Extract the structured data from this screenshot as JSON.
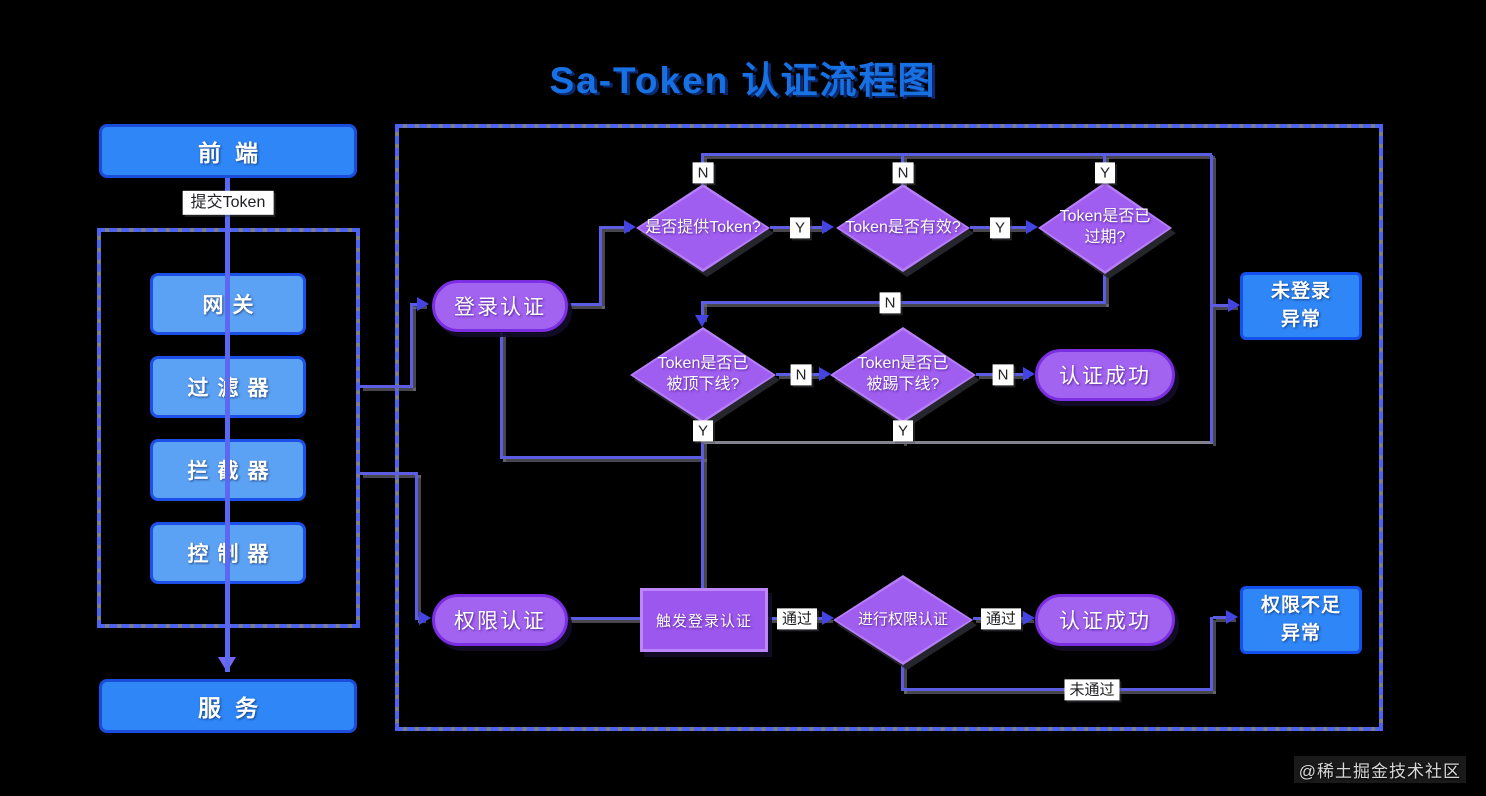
{
  "title": "Sa-Token 认证流程图",
  "watermark": "@稀土掘金技术社区",
  "colors": {
    "background": "#000000",
    "title_blue": "#1871e2",
    "box_blue_fill": "#2e86f7",
    "box_blue_light_fill": "#5ba2f5",
    "node_purple_fill": "#a263f1",
    "node_purple_border": "#7c2ee2",
    "diamond_fill": "#a05ef0",
    "diamond_border": "#b77ffa",
    "line_purple": "#5d5de4",
    "line_gray": "#84848e"
  },
  "left_panel": {
    "frontend_label": "前端",
    "submit_token_label": "提交Token",
    "middleware": [
      {
        "label": "网关"
      },
      {
        "label": "过滤器"
      },
      {
        "label": "拦截器"
      },
      {
        "label": "控制器"
      }
    ],
    "service_label": "服务"
  },
  "flowchart": {
    "login_auth_label": "登录认证",
    "perm_auth_label": "权限认证",
    "decision_provide_token": "是否提供Token?",
    "decision_token_valid": "Token是否有效?",
    "decision_token_expired": "Token是否已过期?",
    "decision_token_replaced": "Token是否已被顶下线?",
    "decision_token_kicked": "Token是否已被踢下线?",
    "decision_perform_perm": "进行权限认证",
    "trigger_login_label": "触发登录认证",
    "login_success_label": "认证成功",
    "perm_success_label": "认证成功",
    "not_logged_in_exception": {
      "line1": "未登录",
      "line2": "异常"
    },
    "insufficient_perm_exception": {
      "line1": "权限不足",
      "line2": "异常"
    }
  },
  "edge_labels": {
    "provide_no": "N",
    "provide_yes": "Y",
    "valid_no": "N",
    "valid_yes": "Y",
    "expired_yes": "Y",
    "expired_no": "N",
    "replaced_no": "N",
    "replaced_yes": "Y",
    "kicked_no": "N",
    "kicked_yes": "Y",
    "trigger_pass": "通过",
    "perm_pass": "通过",
    "perm_fail": "未通过"
  }
}
